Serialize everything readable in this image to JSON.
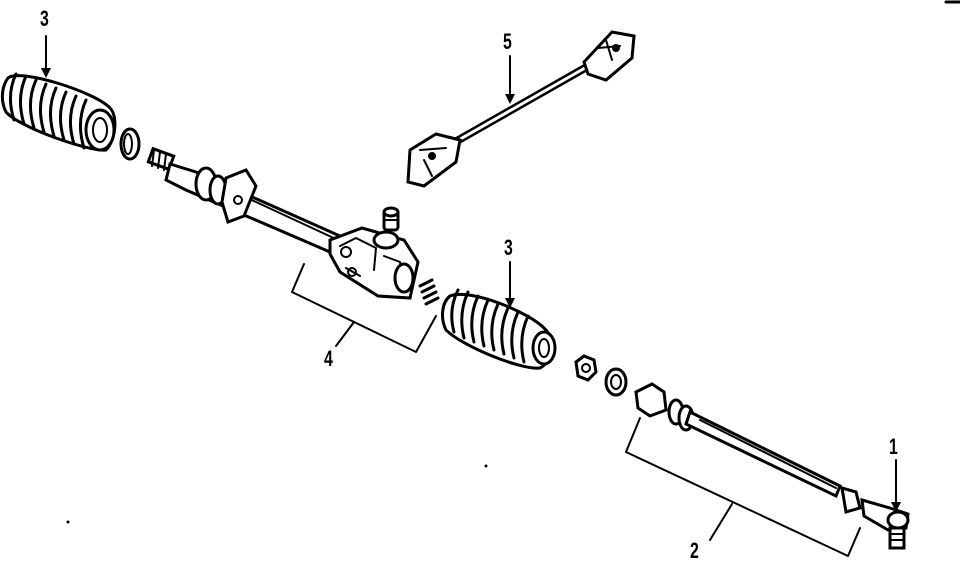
{
  "diagram": {
    "callouts": [
      {
        "id": "c3a",
        "text": "3"
      },
      {
        "id": "c5",
        "text": "5"
      },
      {
        "id": "c3b",
        "text": "3"
      },
      {
        "id": "c4",
        "text": "4"
      },
      {
        "id": "c1",
        "text": "1"
      },
      {
        "id": "c2",
        "text": "2"
      }
    ],
    "colors": {
      "ink": "#000000",
      "paper": "#ffffff"
    }
  }
}
